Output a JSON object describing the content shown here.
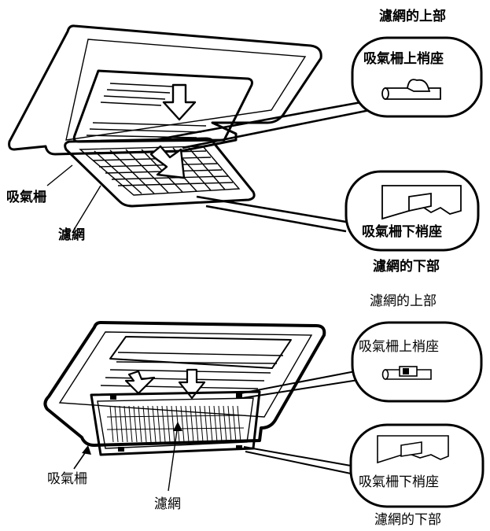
{
  "top_diagram": {
    "filter_top_label": "濾網的上部",
    "intake_grille_top_seat": "吸氣柵上梢座",
    "intake_grille": "吸氣柵",
    "filter": "濾網",
    "intake_grille_bottom_seat": "吸氣柵下梢座",
    "filter_bottom_label": "濾網的下部"
  },
  "bottom_diagram": {
    "filter_top_label": "濾網的上部",
    "intake_grille_top_seat": "吸氣柵上梢座",
    "intake_grille": "吸氣柵",
    "filter": "濾網",
    "intake_grille_bottom_seat": "吸氣柵下梢座",
    "filter_bottom_label": "濾網的下部"
  }
}
